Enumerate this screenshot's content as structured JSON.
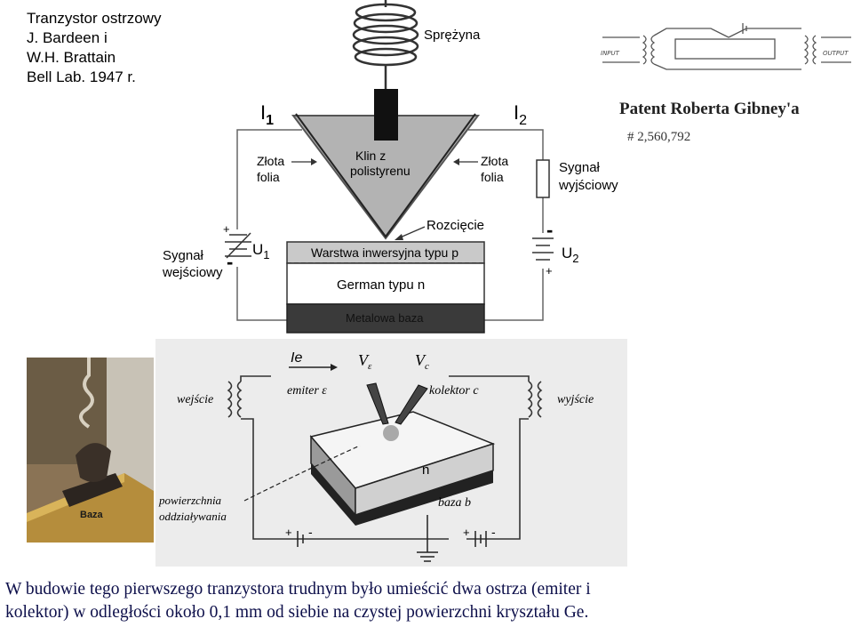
{
  "title_block": {
    "line1": "Tranzystor ostrzowy",
    "line2": "J. Bardeen i",
    "line3": "W.H. Brattain",
    "line4": "Bell Lab. 1947 r."
  },
  "diagram": {
    "spring_label": "Sprężyna",
    "current_1": "I",
    "current_1_sub": "1",
    "current_2": "I",
    "current_2_sub": "2",
    "gold_foil_left_l1": "Złota",
    "gold_foil_left_l2": "folia",
    "gold_foil_right_l1": "Złota",
    "gold_foil_right_l2": "folia",
    "wedge_l1": "Klin z",
    "wedge_l2": "polistyrenu",
    "cut_label": "Rozcięcie",
    "input_signal_l1": "Sygnał",
    "input_signal_l2": "wejściowy",
    "output_signal_l1": "Sygnał",
    "output_signal_l2": "wyjściowy",
    "u1": "U",
    "u1_sub": "1",
    "u2": "U",
    "u2_sub": "2",
    "plus_sign": "+",
    "minus_sign": "-",
    "layer_inversion": "Warstwa inwersyjna typu p",
    "layer_germanium": "German typu n",
    "layer_metal": "Metalowa baza"
  },
  "patent": {
    "title": "Patent Roberta Gibney'a",
    "number": "# 2,560,792",
    "input_label": "INPUT",
    "output_label": "OUTPUT"
  },
  "photo": {
    "label": "Baza"
  },
  "sketch": {
    "ie_label": "Ie",
    "ve_label": "V",
    "ve_sub": "ε",
    "vc_label": "V",
    "vc_sub": "c",
    "input_label": "wejście",
    "output_label": "wyjście",
    "emitter_label": "emiter ε",
    "collector_label": "kolektor c",
    "n_label": "n",
    "base_label": "baza b",
    "surface_l1": "powierzchnia",
    "surface_l2": "oddziaływania",
    "plus_sign": "+",
    "minus_sign": "-"
  },
  "caption": {
    "line1": "W budowie tego pierwszego tranzystora trudnym było umieścić dwa ostrza (emiter i",
    "line2": "kolektor) w odległości około 0,1 mm od siebie na czystej powierzchni kryształu Ge."
  },
  "colors": {
    "wedge": "#b3b3b3",
    "inversion_layer": "#c9c9c9",
    "metal_base": "#3a3a3a",
    "caption_text": "#0d0f4a",
    "sketch_paper": "#ececec"
  }
}
